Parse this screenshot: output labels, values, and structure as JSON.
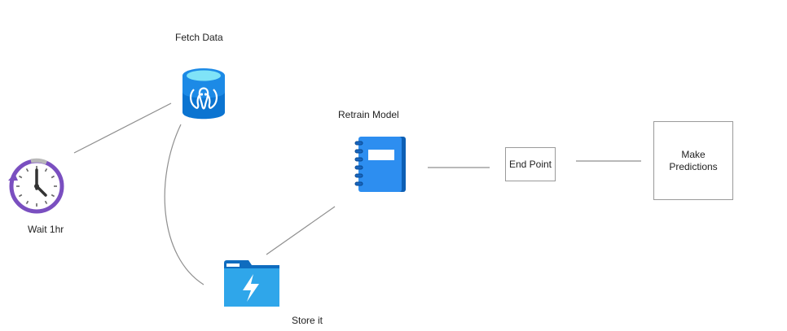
{
  "diagram": {
    "nodes": {
      "fetch": {
        "label": "Fetch Data",
        "icon": "postgresql-database-icon",
        "color": "#0b74d1"
      },
      "wait": {
        "label": "Wait 1hr",
        "icon": "clock-icon",
        "color": "#7a4fc0"
      },
      "retrain": {
        "label": "Retrain Model",
        "icon": "notebook-icon",
        "color": "#1a7fe0"
      },
      "store": {
        "label": "Store it",
        "icon": "storage-folder-icon",
        "color": "#1f8fd9"
      },
      "endpoint": {
        "label": "End Point"
      },
      "predict": {
        "line1": "Make",
        "line2": "Predictions"
      }
    },
    "edge_color": "#8a8a8a"
  }
}
